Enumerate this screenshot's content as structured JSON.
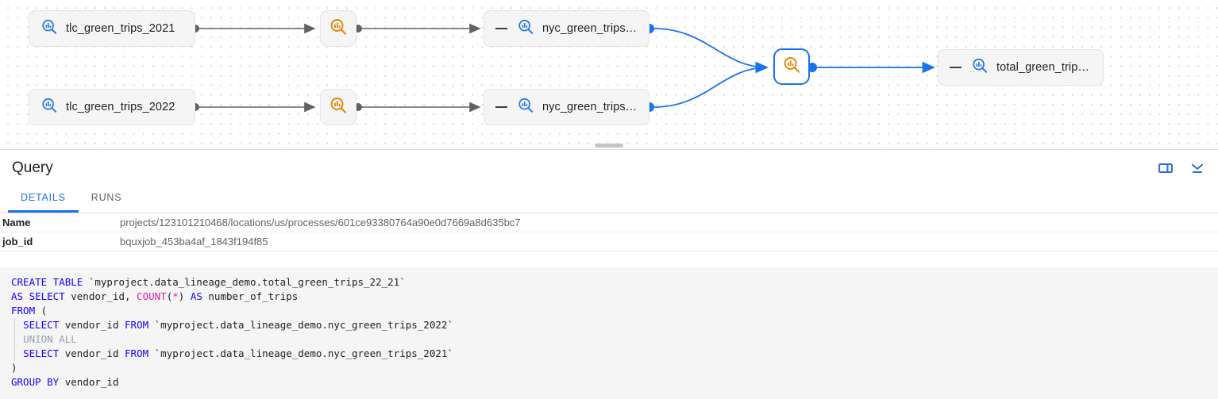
{
  "graph": {
    "nodes": [
      {
        "id": "tlc2021",
        "type": "table",
        "label": "tlc_green_trips_2021",
        "icon": "table-search-icon",
        "collapsible": false,
        "selected": false
      },
      {
        "id": "tlc2022",
        "type": "table",
        "label": "tlc_green_trips_2022",
        "icon": "table-search-icon",
        "collapsible": false,
        "selected": false
      },
      {
        "id": "proc1",
        "type": "process",
        "label": "",
        "icon": "process-search-icon",
        "selected": false
      },
      {
        "id": "proc2",
        "type": "process",
        "label": "",
        "icon": "process-search-icon",
        "selected": false
      },
      {
        "id": "nyc2021",
        "type": "table",
        "label": "nyc_green_trips…",
        "icon": "table-search-icon",
        "collapsible": true,
        "selected": false
      },
      {
        "id": "nyc2022",
        "type": "table",
        "label": "nyc_green_trips…",
        "icon": "table-search-icon",
        "collapsible": true,
        "selected": false
      },
      {
        "id": "proc3",
        "type": "process",
        "label": "",
        "icon": "process-search-icon",
        "selected": true
      },
      {
        "id": "total",
        "type": "table",
        "label": "total_green_trip…",
        "icon": "table-search-icon",
        "collapsible": true,
        "selected": false
      }
    ],
    "colors": {
      "table_icon": "#1a73e8",
      "process_icon": "#ea8600",
      "edge_gray": "#5f6368",
      "edge_blue": "#1a73e8",
      "selected_border": "#1a73e8"
    }
  },
  "panel": {
    "title": "Query",
    "actions": [
      {
        "name": "split-panel-icon",
        "label": "Split panel"
      },
      {
        "name": "collapse-panel-icon",
        "label": "Collapse panel"
      }
    ],
    "tabs": [
      {
        "label": "DETAILS",
        "active": true
      },
      {
        "label": "RUNS",
        "active": false
      }
    ],
    "details": [
      {
        "key": "Name",
        "value": "projects/123101210468/locations/us/processes/601ce93380764a90e0d7669a8d635bc7"
      },
      {
        "key": "job_id",
        "value": "bquxjob_453ba4af_1843f194f85"
      }
    ],
    "query_sql": "CREATE TABLE `myproject.data_lineage_demo.total_green_trips_22_21`\nAS SELECT vendor_id, COUNT(*) AS number_of_trips\nFROM (\n  SELECT vendor_id FROM `myproject.data_lineage_demo.nyc_green_trips_2022`\n  UNION ALL\n  SELECT vendor_id FROM `myproject.data_lineage_demo.nyc_green_trips_2021`\n)\nGROUP BY vendor_id"
  }
}
